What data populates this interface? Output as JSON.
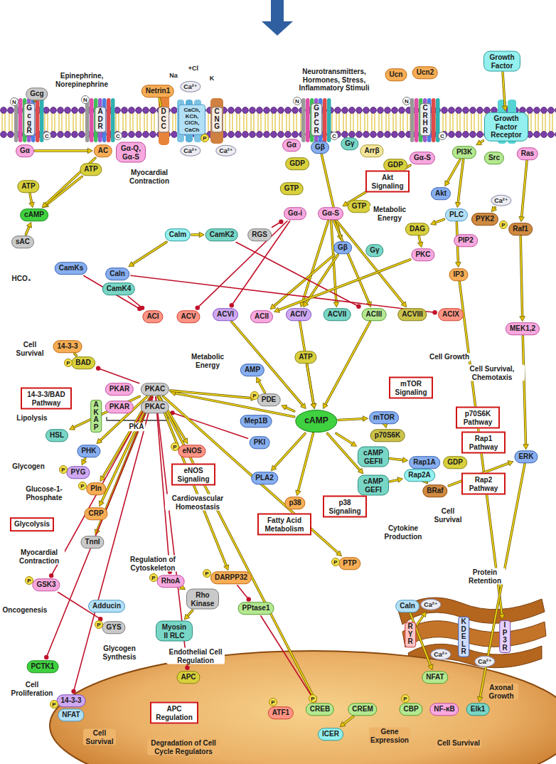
{
  "diagram": {
    "nodes": [
      {
        "text": [
          "Gcg"
        ]
      },
      {
        "text": [
          "GcgR"
        ]
      },
      {
        "text": [
          "ADR"
        ]
      },
      {
        "text": [
          "Netrin1"
        ]
      },
      {
        "text": [
          "DCC"
        ]
      },
      {
        "text": [
          "CaCh, KCh, ClCh, CaCh"
        ]
      },
      {
        "text": [
          "CNG"
        ]
      },
      {
        "text": [
          "GPCR"
        ]
      },
      {
        "text": [
          "Ucn"
        ]
      },
      {
        "text": [
          "Ucn2"
        ]
      },
      {
        "text": [
          "CRHR"
        ]
      },
      {
        "text": [
          "Growth Factor"
        ]
      },
      {
        "text": [
          "Growth Factor Receptor"
        ]
      },
      {
        "text": [
          "Ca²⁺"
        ]
      },
      {
        "text": [
          "Ca²⁺"
        ]
      },
      {
        "text": [
          "Ca²⁺"
        ]
      },
      {
        "text": [
          "Gα"
        ]
      },
      {
        "text": [
          "AC"
        ]
      },
      {
        "text": [
          "Gα-Q, Gα-S"
        ]
      },
      {
        "text": [
          "ATP"
        ]
      },
      {
        "text": [
          "Gα"
        ]
      },
      {
        "text": [
          "Gβ"
        ]
      },
      {
        "text": [
          "Gγ"
        ]
      },
      {
        "text": [
          "GDP"
        ]
      },
      {
        "text": [
          "Arrβ"
        ]
      },
      {
        "text": [
          "GDP"
        ]
      },
      {
        "text": [
          "Gα-S"
        ]
      },
      {
        "text": [
          "PI3K"
        ]
      },
      {
        "text": [
          "Src"
        ]
      },
      {
        "text": [
          "Ras"
        ]
      },
      {
        "text": [
          "ATP"
        ]
      },
      {
        "text": [
          "cAMP"
        ]
      },
      {
        "text": [
          "sAC"
        ]
      },
      {
        "text": [
          "GTP"
        ]
      },
      {
        "text": [
          "Akt Signaling"
        ]
      },
      {
        "text": [
          "Akt"
        ]
      },
      {
        "text": [
          "Ca²⁺"
        ]
      },
      {
        "text": [
          "Gα-i"
        ]
      },
      {
        "text": [
          "Gα-S"
        ]
      },
      {
        "text": [
          "GTP"
        ]
      },
      {
        "text": [
          "PLC"
        ]
      },
      {
        "text": [
          "PYK2"
        ]
      },
      {
        "text": [
          "Raf1"
        ]
      },
      {
        "text": [
          "RGS"
        ]
      },
      {
        "text": [
          "Calm"
        ]
      },
      {
        "text": [
          "CamK2"
        ]
      },
      {
        "text": [
          "DAG"
        ]
      },
      {
        "text": [
          "PIP2"
        ]
      },
      {
        "text": [
          "Gβ"
        ]
      },
      {
        "text": [
          "Gγ"
        ]
      },
      {
        "text": [
          "PKC"
        ]
      },
      {
        "text": [
          "IP3"
        ]
      },
      {
        "text": [
          "CamKs"
        ]
      },
      {
        "text": [
          "Caln"
        ]
      },
      {
        "text": [
          "CamK4"
        ]
      },
      {
        "text": [
          "ACI"
        ]
      },
      {
        "text": [
          "ACV"
        ]
      },
      {
        "text": [
          "ACVI"
        ]
      },
      {
        "text": [
          "ACII"
        ]
      },
      {
        "text": [
          "ACIV"
        ]
      },
      {
        "text": [
          "ACVII"
        ]
      },
      {
        "text": [
          "ACIII"
        ]
      },
      {
        "text": [
          "ACVIII"
        ]
      },
      {
        "text": [
          "ACIX"
        ]
      },
      {
        "text": [
          "MEK1,2"
        ]
      },
      {
        "text": [
          "14-3-3"
        ]
      },
      {
        "text": [
          "BAD"
        ]
      },
      {
        "text": [
          "14-3-3/BAD Pathway"
        ]
      },
      {
        "text": [
          "AMP"
        ]
      },
      {
        "text": [
          "ATP"
        ]
      },
      {
        "text": [
          "mTOR Signaling"
        ]
      },
      {
        "text": [
          "AKAP"
        ]
      },
      {
        "text": [
          "PKAR"
        ]
      },
      {
        "text": [
          "PKAC"
        ]
      },
      {
        "text": [
          "PKAR"
        ]
      },
      {
        "text": [
          "PKAC"
        ]
      },
      {
        "text": [
          "PDE"
        ]
      },
      {
        "text": [
          "HSL"
        ]
      },
      {
        "text": [
          "mTOR"
        ]
      },
      {
        "text": [
          "p70S6K Pathway"
        ]
      },
      {
        "text": [
          "Mep1B"
        ]
      },
      {
        "text": [
          "cAMP"
        ]
      },
      {
        "text": [
          "p70S6K"
        ]
      },
      {
        "text": [
          "Rap1 Pathway"
        ]
      },
      {
        "text": [
          "PHK"
        ]
      },
      {
        "text": [
          "eNOS"
        ]
      },
      {
        "text": [
          "PKI"
        ]
      },
      {
        "text": [
          "cAMP GEFII"
        ]
      },
      {
        "text": [
          "Rap1A"
        ]
      },
      {
        "text": [
          "GDP"
        ]
      },
      {
        "text": [
          "Rap2A"
        ]
      },
      {
        "text": [
          "PYG"
        ]
      },
      {
        "text": [
          "eNOS Signaling"
        ]
      },
      {
        "text": [
          "PLA2"
        ]
      },
      {
        "text": [
          "cAMP GEFI"
        ]
      },
      {
        "text": [
          "BRaf"
        ]
      },
      {
        "text": [
          "Rap2 Pathway"
        ]
      },
      {
        "text": [
          "ERK"
        ]
      },
      {
        "text": [
          "Pln"
        ]
      },
      {
        "text": [
          "p38"
        ]
      },
      {
        "text": [
          "p38 Signaling"
        ]
      },
      {
        "text": [
          "Fatty Acid Metabolism"
        ]
      },
      {
        "text": [
          "CRP"
        ]
      },
      {
        "text": [
          "Glycolysis"
        ]
      },
      {
        "text": [
          "TnnI"
        ]
      },
      {
        "text": [
          "RhoA"
        ]
      },
      {
        "text": [
          "DARPP32"
        ]
      },
      {
        "text": [
          "PTP"
        ]
      },
      {
        "text": [
          "GSK3"
        ]
      },
      {
        "text": [
          "Rho Kinase"
        ]
      },
      {
        "text": [
          "PPtase1"
        ]
      },
      {
        "text": [
          "Adducin"
        ]
      },
      {
        "text": [
          "Caln"
        ]
      },
      {
        "text": [
          "Ca²⁺"
        ]
      },
      {
        "text": [
          "GYS"
        ]
      },
      {
        "text": [
          "Myosin II RLC"
        ]
      },
      {
        "text": [
          "RYR"
        ]
      },
      {
        "text": [
          "KDELR"
        ]
      },
      {
        "text": [
          "IP3R"
        ]
      },
      {
        "text": [
          "Ca²⁺"
        ]
      },
      {
        "text": [
          "Ca²⁺"
        ]
      },
      {
        "text": [
          "PCTK1"
        ]
      },
      {
        "text": [
          "APC"
        ]
      },
      {
        "text": [
          "NFAT"
        ]
      },
      {
        "text": [
          "14-3-3"
        ]
      },
      {
        "text": [
          "NFAT"
        ]
      },
      {
        "text": [
          "APC Regulation"
        ]
      },
      {
        "text": [
          "ATF1"
        ]
      },
      {
        "text": [
          "CREB"
        ]
      },
      {
        "text": [
          "CREM"
        ]
      },
      {
        "text": [
          "CBP"
        ]
      },
      {
        "text": [
          "NF-κB"
        ]
      },
      {
        "text": [
          "Elk1"
        ]
      },
      {
        "text": [
          "ICER"
        ]
      }
    ],
    "edges": [
      {
        "from": 0,
        "to": 1,
        "arrow": "to"
      },
      {
        "from": 3,
        "to": 4,
        "arrow": "none"
      },
      {
        "from": 19,
        "to": 31,
        "arrow": "to"
      },
      {
        "from": 17,
        "to": 31,
        "arrow": "to"
      },
      {
        "from": 30,
        "to": 31,
        "arrow": "to"
      },
      {
        "from": 32,
        "to": 31,
        "arrow": "to"
      },
      {
        "from": 16,
        "to": 17,
        "arrow": "to"
      },
      {
        "from": 43,
        "to": 37,
        "arrow": "to"
      },
      {
        "from": 21,
        "to": 48,
        "arrow": "to"
      },
      {
        "from": 26,
        "to": 38,
        "arrow": "to"
      },
      {
        "from": 37,
        "to": 56,
        "arrow": "to"
      },
      {
        "from": 37,
        "to": 57,
        "arrow": "to"
      },
      {
        "from": 38,
        "to": 59,
        "arrow": "to"
      },
      {
        "from": 38,
        "to": 60,
        "arrow": "to"
      },
      {
        "from": 38,
        "to": 61,
        "arrow": "to"
      },
      {
        "from": 38,
        "to": 62,
        "arrow": "to"
      },
      {
        "from": 48,
        "to": 58,
        "arrow": "to"
      },
      {
        "from": 48,
        "to": 59,
        "arrow": "to"
      },
      {
        "from": 44,
        "to": 45,
        "arrow": "to"
      },
      {
        "from": 44,
        "to": 53,
        "arrow": "to"
      },
      {
        "from": 45,
        "to": 61,
        "arrow": "to"
      },
      {
        "from": 52,
        "to": 55,
        "arrow": "to"
      },
      {
        "from": 53,
        "to": 63,
        "arrow": "to"
      },
      {
        "from": 54,
        "to": 55,
        "arrow": "to"
      },
      {
        "from": 50,
        "to": 58,
        "arrow": "to"
      },
      {
        "from": 27,
        "to": 35,
        "arrow": "to"
      },
      {
        "from": 27,
        "to": 40,
        "arrow": "to"
      },
      {
        "from": 40,
        "to": 46,
        "arrow": "to"
      },
      {
        "from": 40,
        "to": 51,
        "arrow": "to"
      },
      {
        "from": 46,
        "to": 50,
        "arrow": "to"
      },
      {
        "from": 29,
        "to": 42,
        "arrow": "to"
      },
      {
        "from": 42,
        "to": 64,
        "arrow": "to"
      },
      {
        "from": 64,
        "to": 97,
        "arrow": "to"
      },
      {
        "from": 36,
        "to": 41,
        "arrow": "to"
      },
      {
        "from": 51,
        "to": 118,
        "arrow": "to"
      },
      {
        "from": 57,
        "to": 81,
        "arrow": "to"
      },
      {
        "from": 59,
        "to": 81,
        "arrow": "to"
      },
      {
        "from": 61,
        "to": 81,
        "arrow": "to"
      },
      {
        "from": 69,
        "to": 81,
        "arrow": "to"
      },
      {
        "from": 81,
        "to": 76,
        "arrow": "to"
      },
      {
        "from": 76,
        "to": 68,
        "arrow": "to"
      },
      {
        "from": 81,
        "to": 73,
        "arrow": "to"
      },
      {
        "from": 81,
        "to": 78,
        "arrow": "to"
      },
      {
        "from": 78,
        "to": 82,
        "arrow": "to"
      },
      {
        "from": 81,
        "to": 87,
        "arrow": "to"
      },
      {
        "from": 87,
        "to": 88,
        "arrow": "to"
      },
      {
        "from": 81,
        "to": 94,
        "arrow": "to"
      },
      {
        "from": 94,
        "to": 90,
        "arrow": "to"
      },
      {
        "from": 90,
        "to": 95,
        "arrow": "to"
      },
      {
        "from": 95,
        "to": 97,
        "arrow": "to"
      },
      {
        "from": 81,
        "to": 99,
        "arrow": "to"
      },
      {
        "from": 81,
        "to": 93,
        "arrow": "to"
      },
      {
        "from": 86,
        "to": 75,
        "arrow": "to"
      },
      {
        "from": 73,
        "to": 76,
        "arrow": "to"
      },
      {
        "from": 73,
        "to": 85,
        "arrow": "to"
      },
      {
        "from": 73,
        "to": 84,
        "arrow": "to"
      },
      {
        "from": 84,
        "to": 91,
        "arrow": "to"
      },
      {
        "from": 73,
        "to": 77,
        "arrow": "to"
      },
      {
        "from": 73,
        "to": 98,
        "arrow": "to"
      },
      {
        "from": 73,
        "to": 102,
        "arrow": "to"
      },
      {
        "from": 73,
        "to": 104,
        "arrow": "to"
      },
      {
        "from": 73,
        "to": 66,
        "arrow": "to"
      },
      {
        "from": 73,
        "to": 108,
        "arrow": "to"
      },
      {
        "from": 73,
        "to": 105,
        "arrow": "to"
      },
      {
        "from": 73,
        "to": 106,
        "arrow": "to"
      },
      {
        "from": 73,
        "to": 107,
        "arrow": "to"
      },
      {
        "from": 73,
        "to": 128,
        "arrow": "to"
      },
      {
        "from": 73,
        "to": 122,
        "arrow": "to"
      },
      {
        "from": 73,
        "to": 124,
        "arrow": "to"
      },
      {
        "from": 73,
        "to": 121,
        "arrow": "to"
      },
      {
        "from": 108,
        "to": 114,
        "arrow": "to"
      },
      {
        "from": 105,
        "to": 109,
        "arrow": "to"
      },
      {
        "from": 109,
        "to": 115,
        "arrow": "to"
      },
      {
        "from": 106,
        "to": 110,
        "arrow": "to"
      },
      {
        "from": 110,
        "to": 128,
        "arrow": "to"
      },
      {
        "from": 112,
        "to": 123,
        "arrow": "to"
      },
      {
        "from": 129,
        "to": 133,
        "arrow": "to"
      },
      {
        "from": 97,
        "to": 132,
        "arrow": "to"
      },
      {
        "from": 66,
        "to": 65,
        "arrow": "none"
      },
      {
        "from": 12,
        "to": 27,
        "arrow": "to"
      },
      {
        "from": 11,
        "to": 12,
        "arrow": "to"
      },
      {
        "from": 116,
        "to": 113,
        "arrow": "to"
      }
    ],
    "labels": [
      "Epinephrine, Norepinephrine",
      "Neurotransmitters, Hormones, Stress, Inflammatory Stimuli",
      "Myocardial Contraction",
      "HCO₃",
      "Metabolic Energy",
      "Cell Survival",
      "Cell Growth",
      "Cell Survival, Chemotaxis",
      "Metabolic Energy",
      "PKA",
      "Lipolysis",
      "Glycogen",
      "Glucose-1-Phosphate",
      "Cardiovascular Homeostasis",
      "Cell Survival",
      "Cytokine Production",
      "Myocardial Contraction",
      "Regulation of Cytoskeleton",
      "Protein Retention",
      "Oncogenesis",
      "Endothelial Cell Regulation",
      "Glycogen Synthesis",
      "Cell Proliferation",
      "Axonal Growth",
      "Gene Expression",
      "Cell Survival",
      "Cell Survival",
      "Degradation of Cell Cycle Regulators",
      "Na",
      "+Cl",
      "K",
      "P",
      "P",
      "P",
      "P",
      "P",
      "P",
      "P",
      "P",
      "P",
      "P",
      "P",
      "P",
      "P",
      "P",
      "P",
      "P",
      "N",
      "C",
      "N",
      "C",
      "N",
      "C",
      "N",
      "C"
    ]
  }
}
